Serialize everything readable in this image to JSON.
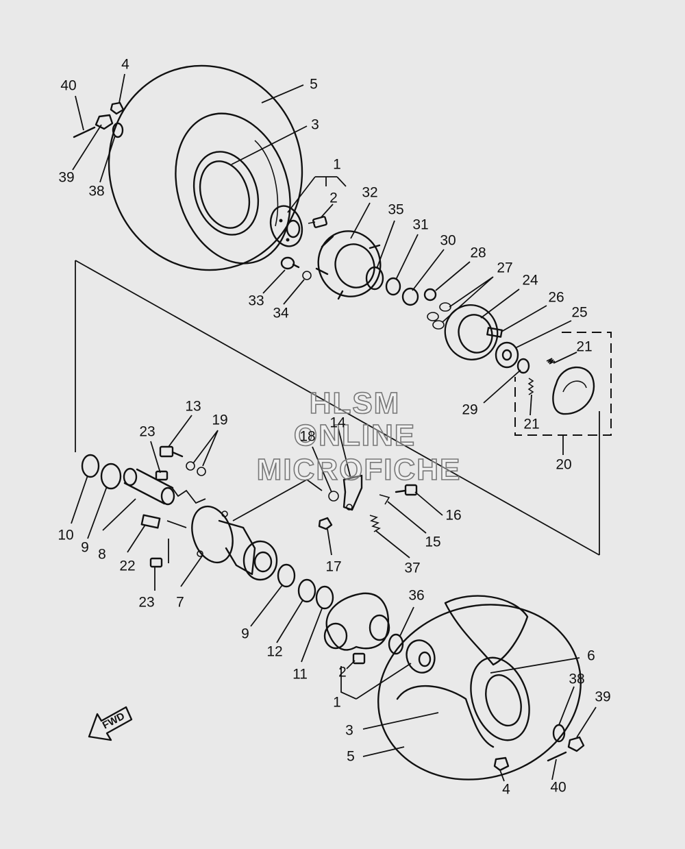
{
  "watermark": {
    "line1": "HLSM",
    "line2": "ONLINE",
    "line3": "MICROFICHE"
  },
  "fwd_label": "FWD",
  "callouts": {
    "c40a": "40",
    "c4a": "4",
    "c5a": "5",
    "c3a": "3",
    "c39a": "39",
    "c38a": "38",
    "c1a": "1",
    "c2a": "2",
    "c32": "32",
    "c35": "35",
    "c31": "31",
    "c30": "30",
    "c28": "28",
    "c27": "27",
    "c24": "24",
    "c26": "26",
    "c25": "25",
    "c21a": "21",
    "c33": "33",
    "c34": "34",
    "c29": "29",
    "c21b": "21",
    "c20": "20",
    "c13": "13",
    "c19": "19",
    "c23a": "23",
    "c18": "18",
    "c14": "14",
    "c10": "10",
    "c9a": "9",
    "c8": "8",
    "c22": "22",
    "c23b": "23",
    "c7": "7",
    "c16": "16",
    "c15": "15",
    "c17": "17",
    "c37": "37",
    "c9b": "9",
    "c12": "12",
    "c11": "11",
    "c36": "36",
    "c2b": "2",
    "c1b": "1",
    "c6": "6",
    "c38b": "38",
    "c39b": "39",
    "c3b": "3",
    "c5b": "5",
    "c4b": "4",
    "c40b": "40"
  }
}
